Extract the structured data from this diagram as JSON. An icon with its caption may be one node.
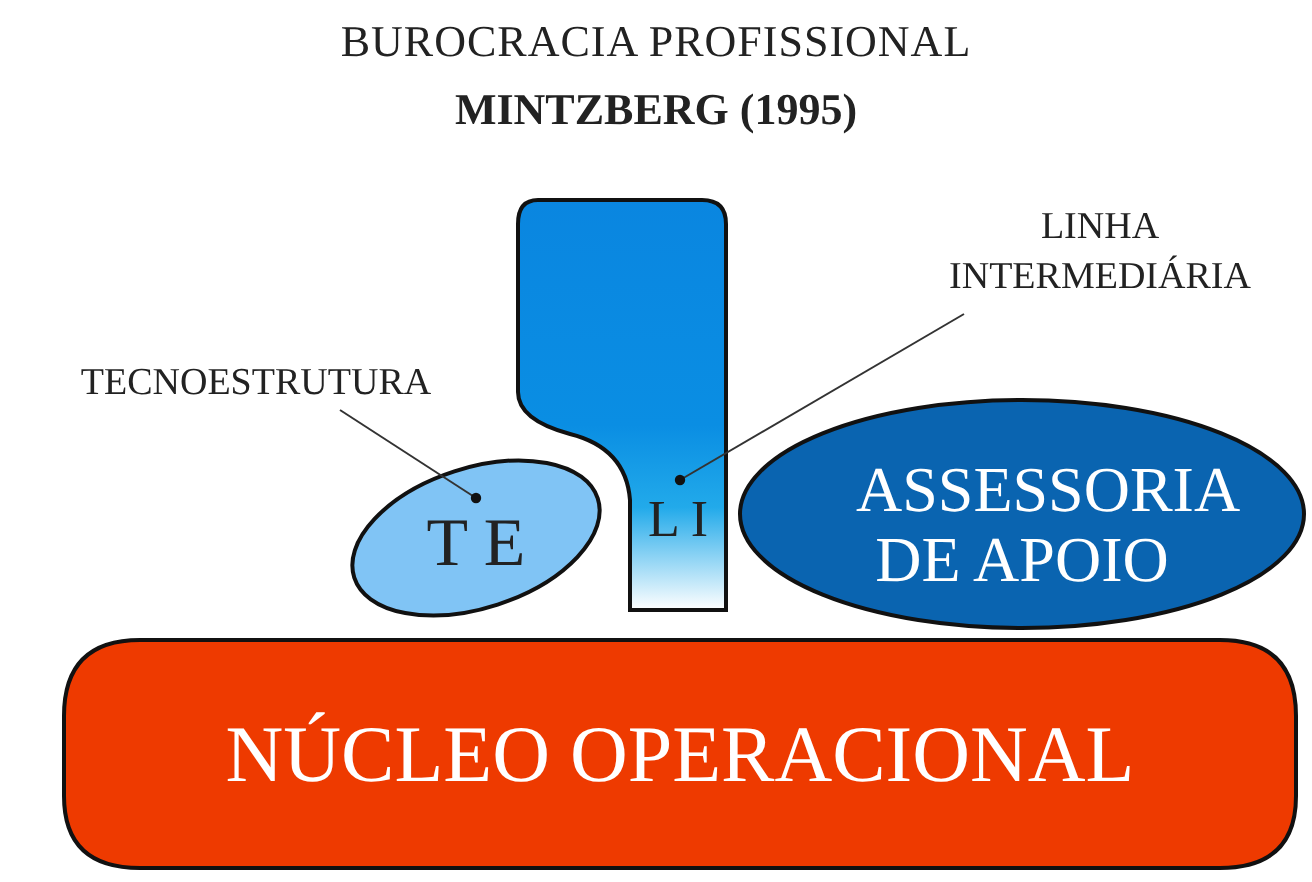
{
  "diagram": {
    "title": "BUROCRACIA PROFISSIONAL",
    "nodes": [
      {
        "text": [],
        "shape": "box"
      },
      {
        "text": [
          "L I"
        ],
        "in": 0
      },
      {
        "text": [
          "T E"
        ]
      },
      {
        "text": [
          "ASSESSORIA DE APOIO"
        ]
      },
      {
        "text": [
          "NÚCLEO OPERACIONAL"
        ]
      },
      {
        "text": [
          "TECNOESTRUTURA"
        ]
      },
      {
        "text": [
          "LINHA INTERMEDIÁRIA"
        ]
      }
    ],
    "edges": [
      {
        "from": 5,
        "to": 2,
        "arrow": "other"
      },
      {
        "from": 6,
        "to": 1,
        "arrow": "other"
      }
    ],
    "labels": [
      "MINTZBERG (1995)"
    ]
  }
}
